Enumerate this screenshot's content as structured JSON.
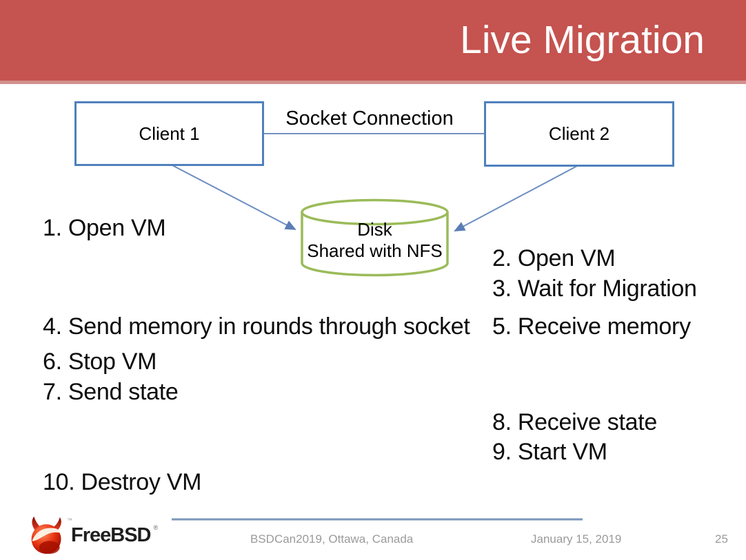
{
  "title": "Live Migration",
  "colors": {
    "header_red": "#C5534F",
    "header_edge_pink": "#D2908D",
    "box_border_blue": "#4F81BD",
    "connector_blue": "#6C8EBF",
    "disk_green": "#9BBB59",
    "footer_line_blue": "#7B96BB",
    "footer_text_gray": "#9A9A9A",
    "logo_red": "#C41500"
  },
  "diagram": {
    "client1": "Client 1",
    "client2": "Client 2",
    "connection": "Socket Connection",
    "disk_line1": "Disk",
    "disk_line2": "Shared with NFS"
  },
  "steps": {
    "s1": "1. Open VM",
    "s2": "2. Open VM",
    "s3": "3. Wait for Migration",
    "s4": "4. Send memory in rounds through socket",
    "s5": "5. Receive memory",
    "s6": "6. Stop VM",
    "s7": "7. Send state",
    "s8": "8. Receive state",
    "s9": "9. Start VM",
    "s10": "10. Destroy VM"
  },
  "footer": {
    "logo_text": "FreeBSD",
    "logo_reg": "®",
    "logo_tm": "™",
    "conference": "BSDCan2019, Ottawa, Canada",
    "date": "January 15, 2019",
    "page": "25"
  }
}
